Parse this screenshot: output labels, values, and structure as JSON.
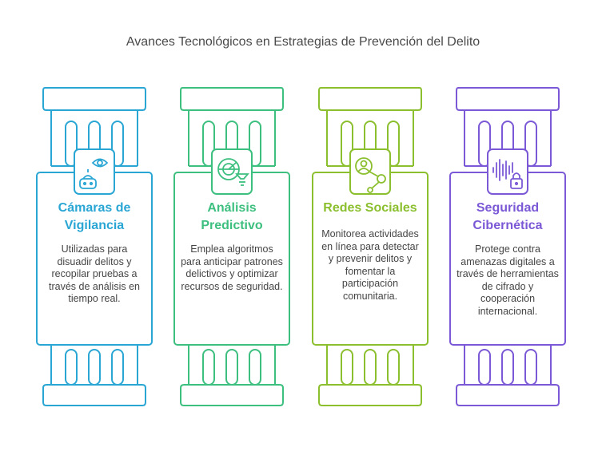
{
  "title": "Avances Tecnológicos en Estrategias de Prevención del Delito",
  "pillars": [
    {
      "heading_line1": "Cámaras de",
      "heading_line2": "Vigilancia",
      "description": "Utilizadas para disuadir delitos y recopilar pruebas a través de análisis en tiempo real.",
      "color": "#2aa6d4",
      "icon": "camera-robot-eye-icon"
    },
    {
      "heading_line1": "Análisis",
      "heading_line2": "Predictivo",
      "description": "Emplea algoritmos para anticipar patrones delictivos y optimizar recursos de seguridad.",
      "color": "#3dbf7f",
      "icon": "radar-funnel-icon"
    },
    {
      "heading_line1": "Redes Sociales",
      "heading_line2": "",
      "description": "Monitorea actividades en línea para detectar y prevenir delitos y fomentar la participación comunitaria.",
      "color": "#8bbf2e",
      "icon": "person-network-icon"
    },
    {
      "heading_line1": "Seguridad",
      "heading_line2": "Cibernética",
      "description": "Protege contra amenazas digitales a través de herramientas de cifrado y cooperación internacional.",
      "color": "#7b59d6",
      "icon": "soundwave-lock-icon"
    }
  ]
}
